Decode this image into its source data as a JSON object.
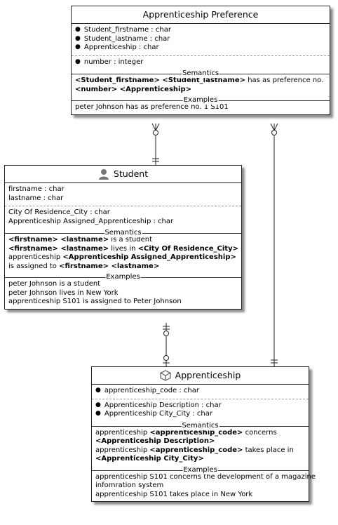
{
  "entities": {
    "preference": {
      "title": "Apprenticeship Preference",
      "key_attributes": [
        "Student_firstname : char",
        "Student_lastname : char",
        "Apprenticeship : char"
      ],
      "attributes": [
        "number : integer"
      ],
      "semantics_label": "Semantics",
      "semantics": [
        [
          "<Student_firstname> <Student_lastname>",
          " has as preference no."
        ],
        [
          "<number> <Apprenticeship>",
          ""
        ]
      ],
      "examples_label": "Examples",
      "examples": [
        "peter Johnson has as preference no. 1 S101"
      ]
    },
    "student": {
      "title": "Student",
      "icon": "person-icon",
      "attributes_a": [
        "firstname : char",
        "lastname : char"
      ],
      "attributes_b": [
        "City Of Residence_City : char",
        "Apprenticeship Assigned_Apprenticeship : char"
      ],
      "semantics_label": "Semantics",
      "semantics": [
        [
          "<firstname> <lastname>",
          " is a student"
        ],
        [
          "<firstname> <lastname>",
          " lives in ",
          "<City Of Residence_City>"
        ],
        [
          "apprenticeship ",
          "<Apprenticeship Assigned_Apprenticeship>"
        ],
        [
          "is assigned to ",
          "<firstname> <lastname>"
        ]
      ],
      "examples_label": "Examples",
      "examples": [
        "peter Johnson is a student",
        "peter Johnson lives in New York",
        "apprenticeship S101 is assigned to Peter Johnson"
      ]
    },
    "apprenticeship": {
      "title": "Apprenticeship",
      "icon": "cube-icon",
      "key_attributes": [
        "apprenticeship_code : char"
      ],
      "attributes": [
        "Apprenticeship Description : char",
        "Apprenticeship City_City : char"
      ],
      "semantics_label": "Semantics",
      "semantics": [
        [
          "apprenticeship ",
          "<apprenticeship_code>",
          " concerns"
        ],
        [
          "<Apprenticeship Description>"
        ],
        [
          "apprenticeship ",
          "<apprenticeship_code>",
          " takes place in"
        ],
        [
          "<Apprenticeship City_City>"
        ]
      ],
      "examples_label": "Examples",
      "examples": [
        "apprenticeship S101 concerns the development of a magazine",
        "infomration system",
        "apprenticeship S101 takes place in New York"
      ]
    }
  }
}
